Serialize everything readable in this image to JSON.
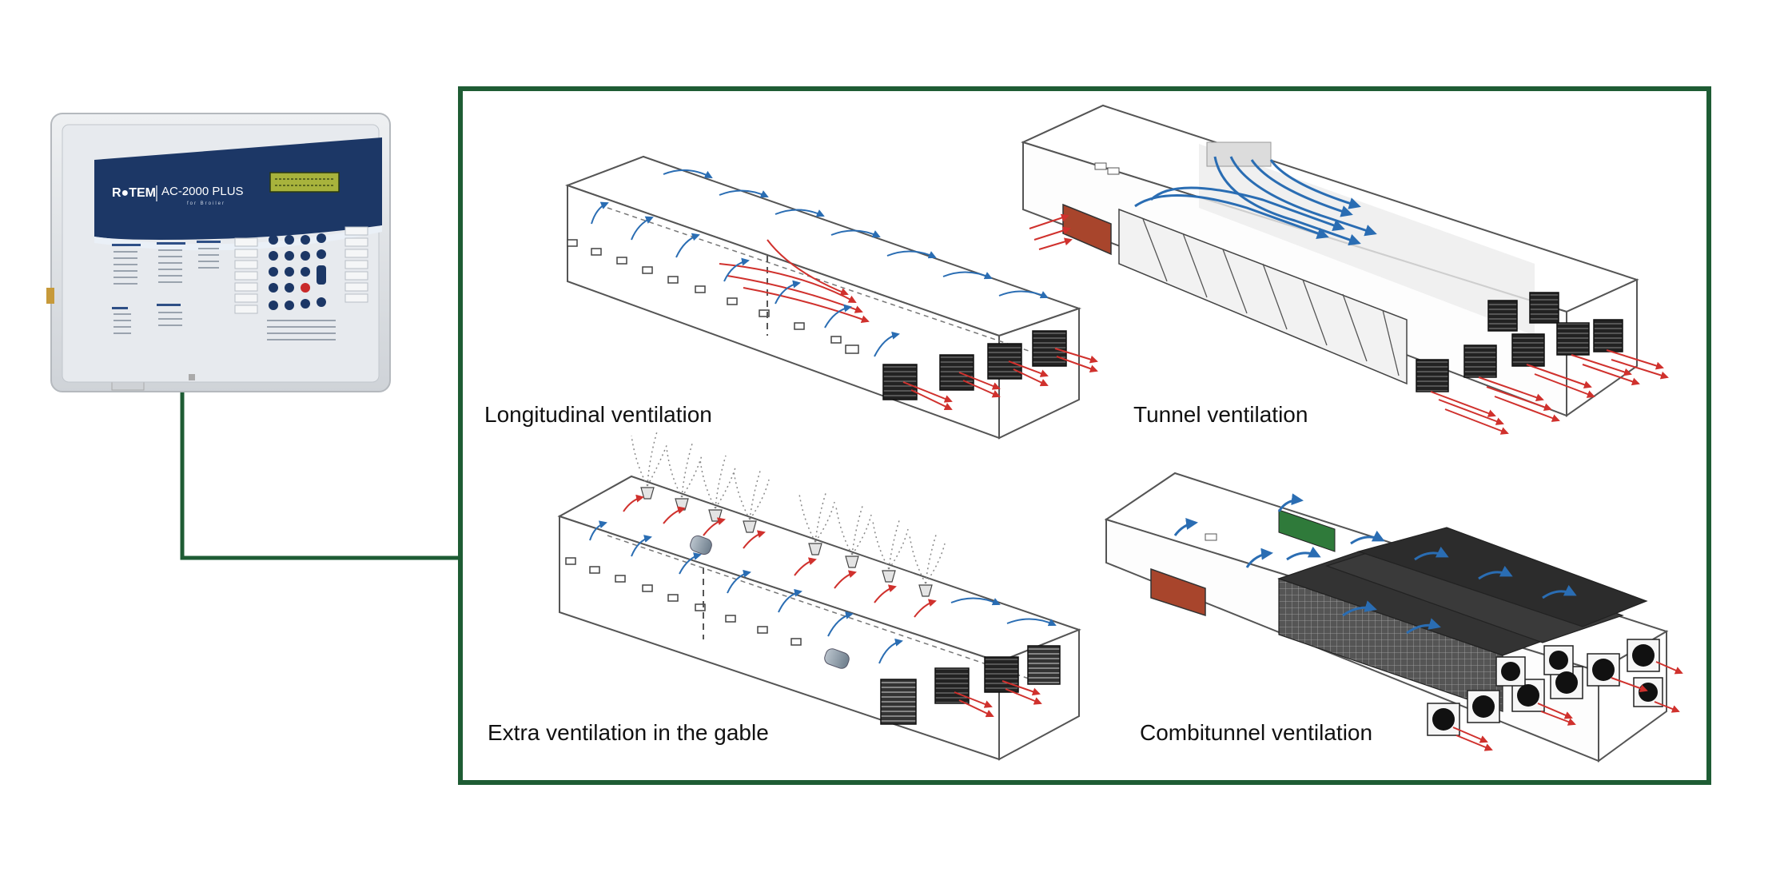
{
  "controller": {
    "brand": "R●TEM",
    "model": "AC-2000 PLUS",
    "subtitle": "for Broiler"
  },
  "panels": [
    {
      "caption": "Longitudinal ventilation"
    },
    {
      "caption": "Tunnel ventilation"
    },
    {
      "caption": "Extra ventilation in the gable"
    },
    {
      "caption": "Combitunnel ventilation"
    }
  ],
  "colors": {
    "frame": "#1e5c34",
    "airflow_warm": "#d0312d",
    "airflow_cool": "#2a6db3",
    "controller_blue": "#1c3766",
    "cooling_pad": "#a8452c",
    "heater_pad": "#2f7a3a"
  }
}
